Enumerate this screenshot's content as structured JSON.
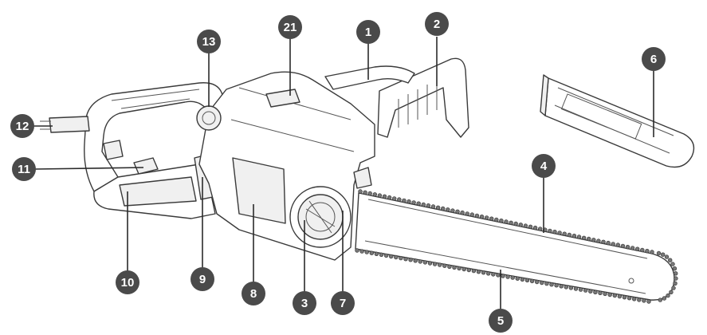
{
  "diagram": {
    "callouts": [
      {
        "id": "c1",
        "label": "1"
      },
      {
        "id": "c2",
        "label": "2"
      },
      {
        "id": "c3",
        "label": "3"
      },
      {
        "id": "c4",
        "label": "4"
      },
      {
        "id": "c5",
        "label": "5"
      },
      {
        "id": "c6",
        "label": "6"
      },
      {
        "id": "c7",
        "label": "7"
      },
      {
        "id": "c8",
        "label": "8"
      },
      {
        "id": "c9",
        "label": "9"
      },
      {
        "id": "c10",
        "label": "10"
      },
      {
        "id": "c11",
        "label": "11"
      },
      {
        "id": "c12",
        "label": "12"
      },
      {
        "id": "c13",
        "label": "13"
      },
      {
        "id": "c21",
        "label": "21"
      }
    ]
  },
  "colors": {
    "badge": "#4a4a4a",
    "line": "#3a3a3a",
    "background": "#ffffff"
  }
}
